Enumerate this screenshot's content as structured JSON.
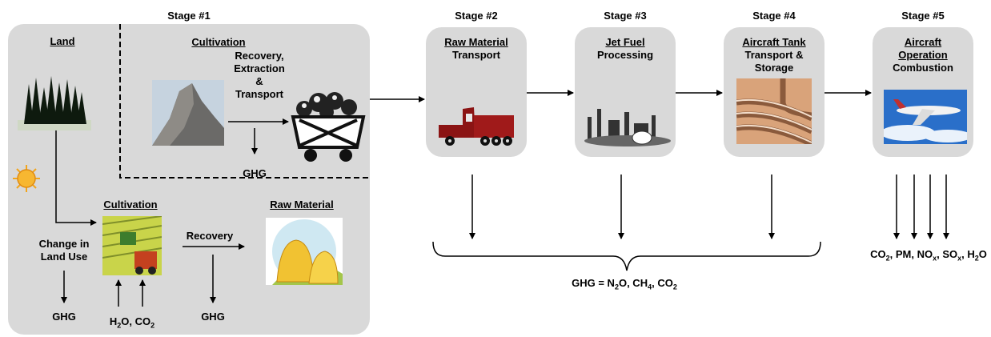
{
  "stage1": {
    "label": "Stage #1",
    "land": "Land",
    "cultivation_top": "Cultivation",
    "recovery_line1": "Recovery,",
    "recovery_line2": "Extraction",
    "recovery_line3": "&",
    "recovery_line4": "Transport",
    "ghg_top": "GHG",
    "change_line1": "Change in",
    "change_line2": "Land Use",
    "ghg_left": "GHG",
    "cultivation_bottom": "Cultivation",
    "inputs_prefix_h": "H",
    "inputs_sub2a": "2",
    "inputs_mid": "O, CO",
    "inputs_sub2b": "2",
    "recovery": "Recovery",
    "ghg_bottom": "GHG",
    "raw_material": "Raw Material"
  },
  "stage2": {
    "label": "Stage #2",
    "title_underlined": "Raw Material",
    "title_rest": "Transport"
  },
  "stage3": {
    "label": "Stage #3",
    "title_underlined": "Jet Fuel",
    "title_rest": "Processing"
  },
  "stage4": {
    "label": "Stage #4",
    "title_underlined": "Aircraft Tank",
    "title_rest1": "Transport &",
    "title_rest2": "Storage"
  },
  "stage5": {
    "label": "Stage #5",
    "title_underlined1": "Aircraft",
    "title_underlined2": "Operation",
    "title_rest": "Combustion"
  },
  "ghg_formula": {
    "a": "GHG = N",
    "a_sub": "2",
    "b": "O, CH",
    "b_sub": "4",
    "c": ", CO",
    "c_sub": "2"
  },
  "emissions": {
    "a": "CO",
    "a_sub": "2",
    "b": ", PM, NO",
    "b_sub": "x",
    "c": ", SO",
    "c_sub": "x",
    "d": ", H",
    "d_sub": "2",
    "e": "O"
  }
}
